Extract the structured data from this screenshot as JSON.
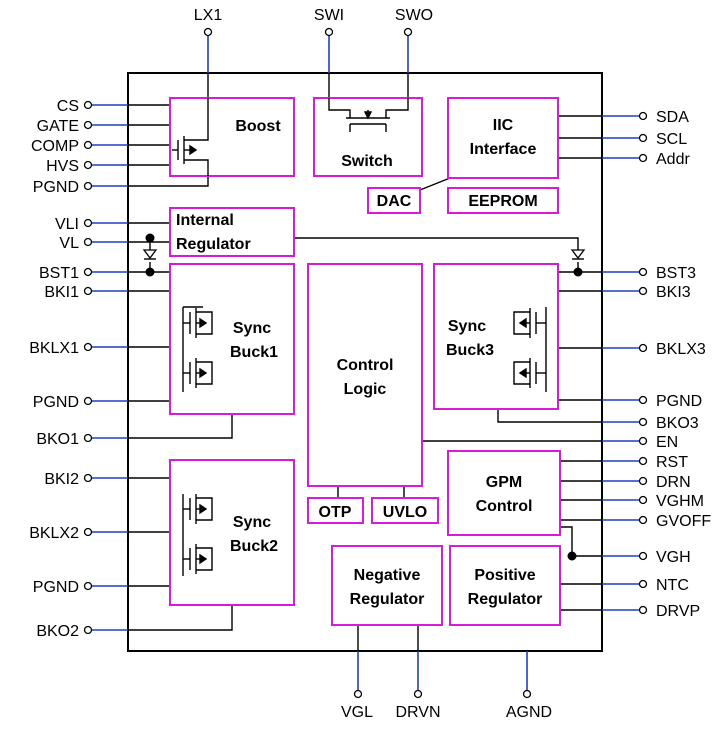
{
  "pins": {
    "top": [
      "LX1",
      "SWI",
      "SWO"
    ],
    "left": [
      "CS",
      "GATE",
      "COMP",
      "HVS",
      "PGND",
      "VLI",
      "VL",
      "BST1",
      "BKI1",
      "BKLX1",
      "PGND",
      "BKO1",
      "BKI2",
      "BKLX2",
      "PGND",
      "BKO2"
    ],
    "right": [
      "SDA",
      "SCL",
      "Addr",
      "BST3",
      "BKI3",
      "BKLX3",
      "PGND",
      "BKO3",
      "EN",
      "RST",
      "DRN",
      "VGHM",
      "GVOFF",
      "VGH",
      "NTC",
      "DRVP"
    ],
    "bottom": [
      "VGL",
      "DRVN",
      "AGND"
    ]
  },
  "blocks": {
    "boost": "Boost",
    "switch": "Switch",
    "iic_1": "IIC",
    "iic_2": "Interface",
    "dac": "DAC",
    "eeprom": "EEPROM",
    "internal_reg_1": "Internal",
    "internal_reg_2": "Regulator",
    "sync_buck1_1": "Sync",
    "sync_buck1_2": "Buck1",
    "sync_buck3_1": "Sync",
    "sync_buck3_2": "Buck3",
    "control_1": "Control",
    "control_2": "Logic",
    "otp": "OTP",
    "uvlo": "UVLO",
    "gpm_1": "GPM",
    "gpm_2": "Control",
    "sync_buck2_1": "Sync",
    "sync_buck2_2": "Buck2",
    "neg_reg_1": "Negative",
    "neg_reg_2": "Regulator",
    "pos_reg_1": "Positive",
    "pos_reg_2": "Regulator"
  },
  "colors": {
    "block_border": "#d61cd6",
    "pin_wire": "#1f3fbf",
    "chip_outline": "#000000"
  }
}
